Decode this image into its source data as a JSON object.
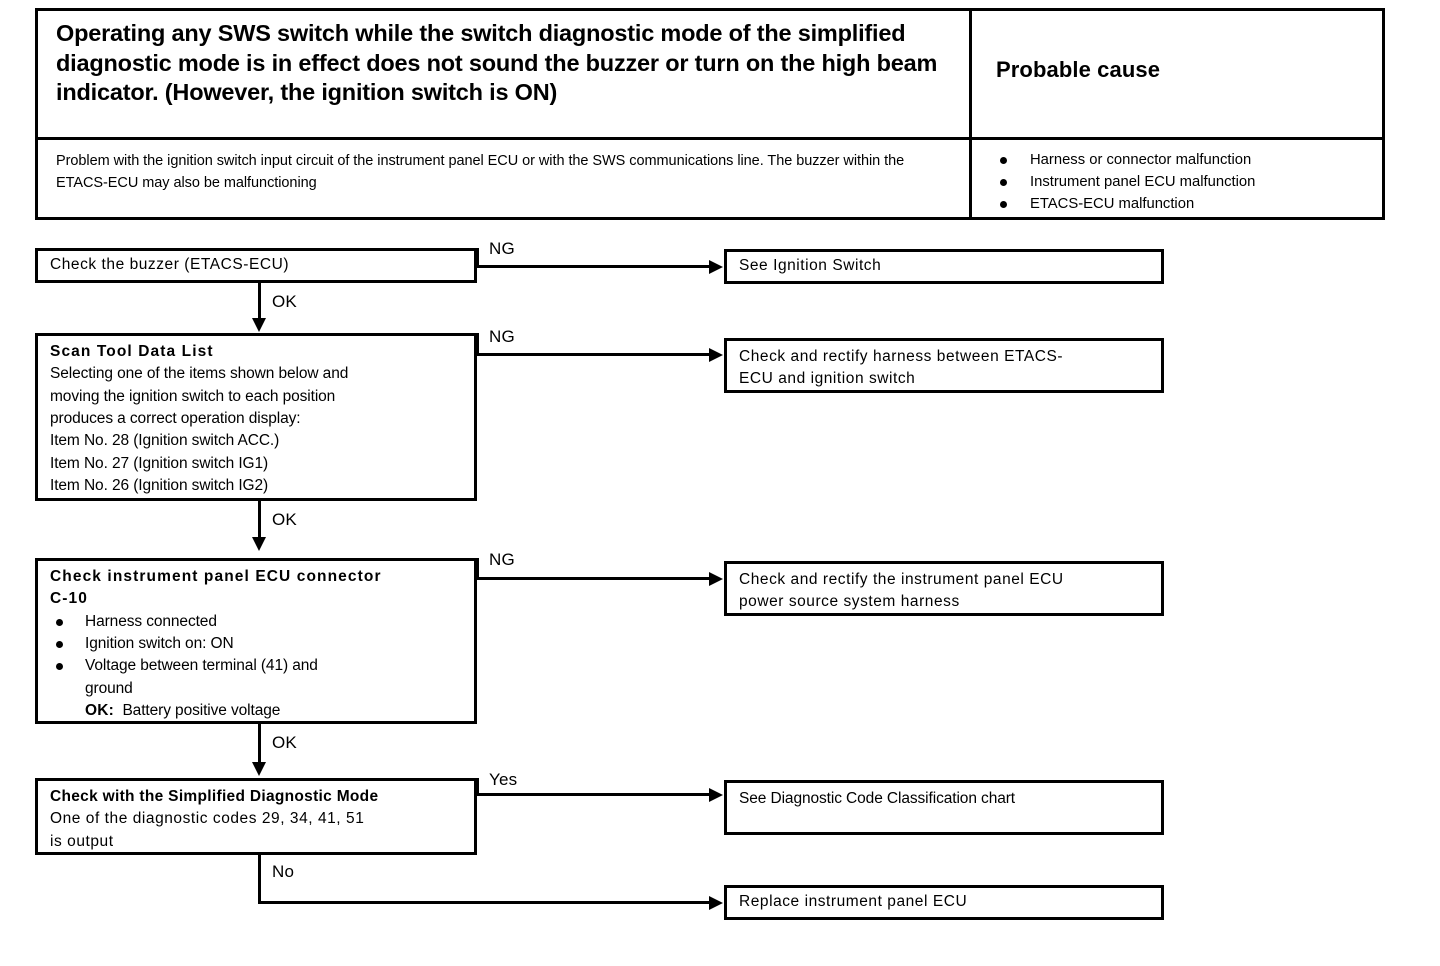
{
  "header": {
    "symptom_title": "Operating any SWS switch while the switch diagnostic mode of the simplified diagnostic mode is in effect does not sound the buzzer or turn on the high beam indicator. (However, the ignition switch is ON)",
    "probable_cause_title": "Probable cause",
    "symptom_description": "Problem with the ignition switch input circuit of the instrument panel ECU or with the SWS communications line. The buzzer within the ETACS-ECU may also be malfunctioning",
    "causes": [
      "Harness or connector malfunction",
      "Instrument panel ECU malfunction",
      "ETACS-ECU malfunction"
    ]
  },
  "flow": {
    "step1": {
      "text": "Check the buzzer (ETACS-ECU)",
      "branch_ng_label": "NG",
      "branch_ok_label": "OK",
      "result_ng": "See  Ignition Switch"
    },
    "step2": {
      "heading": "Scan Tool Data List",
      "body_line1": "Selecting one of the items shown below and",
      "body_line2": "moving  the  ignition  switch  to  each  position",
      "body_line3": "produces a correct operation display:",
      "item1": "Item No. 28 (Ignition switch ACC.)",
      "item2": "Item No. 27 (Ignition switch IG1)",
      "item3": "Item No. 26 (Ignition switch IG2)",
      "branch_ng_label": "NG",
      "branch_ok_label": "OK",
      "result_ng_line1": "Check and rectify harness between  ETACS-",
      "result_ng_line2": "ECU and ignition switch"
    },
    "step3": {
      "heading_line1": "Check  instrument  panel  ECU  connector",
      "heading_line2": "C-10",
      "bullets": [
        "Harness connected",
        "Ignition switch on: ON",
        "Voltage between terminal (41) and"
      ],
      "bullet3_cont": "ground",
      "ok_prefix": "OK:",
      "ok_value": "Battery positive voltage",
      "branch_ng_label": "NG",
      "branch_ok_label": "OK",
      "result_ng_line1": "Check and rectify the instrument panel ECU",
      "result_ng_line2": "power source system harness"
    },
    "step4": {
      "heading": "Check with the Simplified Diagnostic Mode",
      "body_line1": "One of the diagnostic codes 29, 34, 41, 51",
      "body_line2": "is output",
      "branch_yes_label": "Yes",
      "branch_no_label": "No",
      "result_yes": "See   Diagnostic   Code   Classification   chart",
      "result_no": "Replace instrument panel ECU"
    }
  },
  "colors": {
    "ink": "#000000",
    "paper": "#ffffff"
  }
}
